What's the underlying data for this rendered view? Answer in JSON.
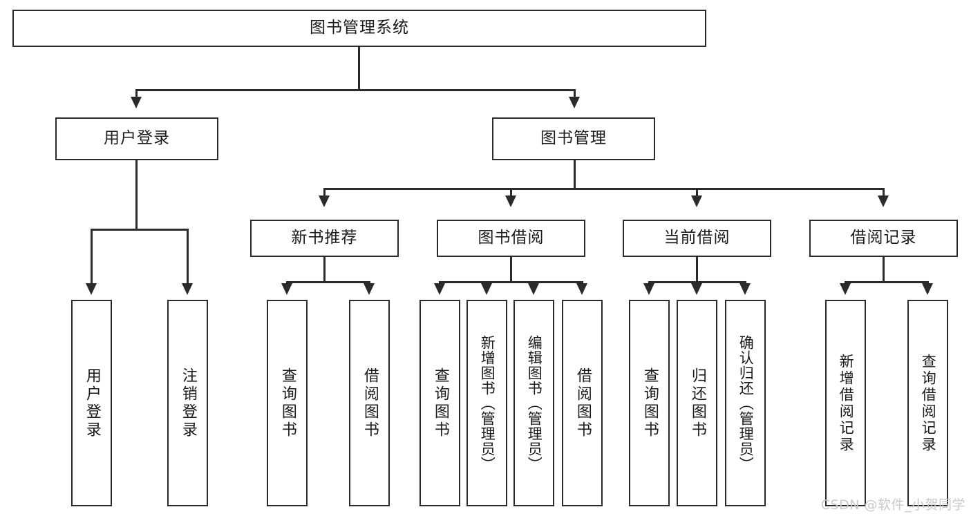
{
  "diagram": {
    "title": "图书管理系统",
    "type": "tree",
    "watermark": "CSDN @软件_小贺同学",
    "colors": {
      "stroke": "#2b2b2b",
      "fill": "#ffffff",
      "text": "#1a1a1a",
      "watermark": "#c9c9c9"
    },
    "root": {
      "label": "图书管理系统"
    },
    "level2": [
      {
        "label": "用户登录"
      },
      {
        "label": "图书管理"
      }
    ],
    "level3": [
      {
        "label": "新书推荐"
      },
      {
        "label": "图书借阅"
      },
      {
        "label": "当前借阅"
      },
      {
        "label": "借阅记录"
      }
    ],
    "leaves": {
      "user_login": [
        {
          "label": "用户登录"
        },
        {
          "label": "注销登录"
        }
      ],
      "new_book": [
        {
          "label": "查询图书"
        },
        {
          "label": "借阅图书"
        }
      ],
      "borrow_book": [
        {
          "label": "查询图书"
        },
        {
          "label": "新增图书（管理员）"
        },
        {
          "label": "编辑图书（管理员）"
        },
        {
          "label": "借阅图书"
        }
      ],
      "current_borrow": [
        {
          "label": "查询图书"
        },
        {
          "label": "归还图书"
        },
        {
          "label": "确认归还（管理员）"
        }
      ],
      "borrow_record": [
        {
          "label": "新增借阅记录"
        },
        {
          "label": "查询借阅记录"
        }
      ]
    }
  }
}
